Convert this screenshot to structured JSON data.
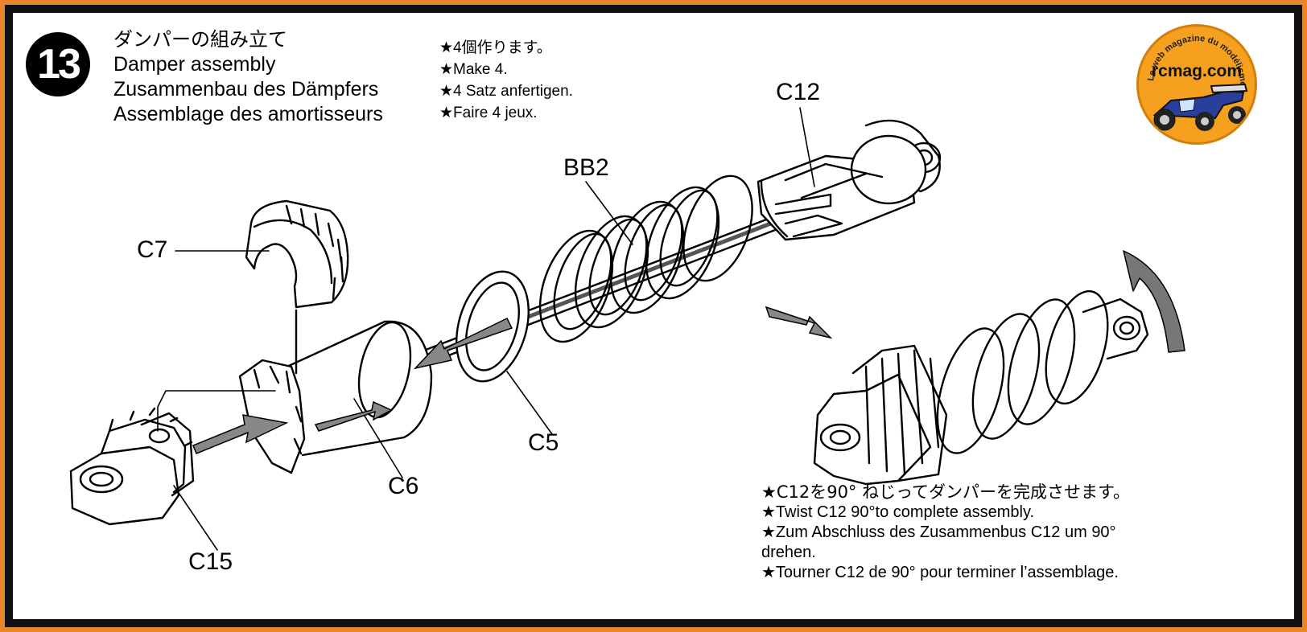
{
  "step": {
    "number": "13"
  },
  "titles": {
    "jp": "ダンパーの組み立て",
    "en": "Damper assembly",
    "de": "Zusammenbau des Dämpfers",
    "fr": "Assemblage des amortisseurs"
  },
  "make_count": {
    "jp": "★4個作ります。",
    "en": "★Make 4.",
    "de": "★4 Satz anfertigen.",
    "fr": "★Faire 4 jeux."
  },
  "parts": {
    "c12": "C12",
    "bb2": "BB2",
    "c7": "C7",
    "c5": "C5",
    "c6": "C6",
    "c15": "C15"
  },
  "twist_note": {
    "jp": "★C12を90° ねじってダンパーを完成させます。",
    "en": "★Twist C12 90°to complete assembly.",
    "de_1": "★Zum Abschluss des Zusammenbus C12 um 90°",
    "de_2": "drehen.",
    "fr": "★Tourner C12 de 90° pour terminer l’assemblage."
  },
  "logo": {
    "name": "rcmag.com",
    "tagline": "Le web magazine du modélisme"
  },
  "colors": {
    "frame_outer": "#e8862a",
    "frame_inner": "#111111",
    "logo_orange": "#f6a01f"
  }
}
